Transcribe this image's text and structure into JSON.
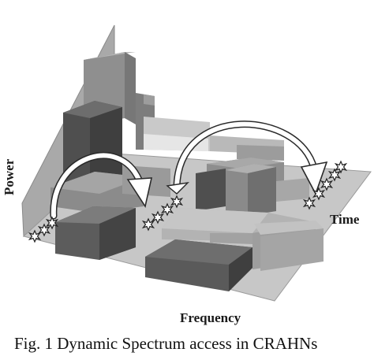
{
  "figure": {
    "caption": "Fig. 1 Dynamic Spectrum access in CRAHNs",
    "axes": {
      "power": "Power",
      "frequency": "Frequency",
      "time": "Time"
    }
  },
  "colors": {
    "floor": "#c7c7c7",
    "back_wall": "#a9a9a9",
    "light_block": "#bdbdbd",
    "mid_block": "#8f8f8f",
    "dark_block": "#5a5a5a",
    "arrow": "#ffffff",
    "arrow_outline": "#2a2a2a"
  },
  "icons": {
    "transition_marker": "starburst-icon"
  }
}
